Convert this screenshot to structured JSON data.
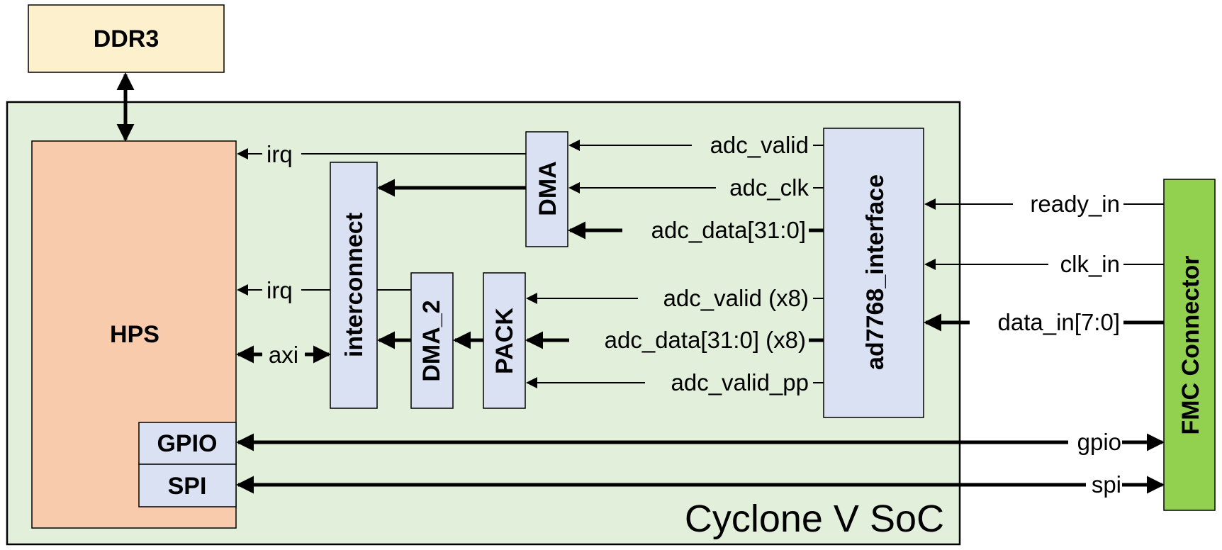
{
  "colors": {
    "ddr3_fill": "#fdf0cc",
    "soc_fill": "#e2efda",
    "hps_fill": "#f8cbad",
    "block_fill": "#dae1f3",
    "fmc_fill": "#92d050",
    "line": "#000000"
  },
  "blocks": {
    "ddr3": "DDR3",
    "hps": "HPS",
    "gpio": "GPIO",
    "spi": "SPI",
    "interconnect": "interconnect",
    "dma": "DMA",
    "dma2": "DMA_2",
    "pack": "PACK",
    "ad7768": "ad7768_interface",
    "fmc": "FMC Connector",
    "soc": "Cyclone V SoC"
  },
  "signals": {
    "irq_top": "irq",
    "irq_mid": "irq",
    "axi": "axi",
    "adc_valid": "adc_valid",
    "adc_clk": "adc_clk",
    "adc_data": "adc_data[31:0]",
    "adc_valid_x8": "adc_valid (x8)",
    "adc_data_x8": "adc_data[31:0] (x8)",
    "adc_valid_pp": "adc_valid_pp",
    "ready_in": "ready_in",
    "clk_in": "clk_in",
    "data_in": "data_in[7:0]",
    "gpio": "gpio",
    "spi": "spi"
  }
}
